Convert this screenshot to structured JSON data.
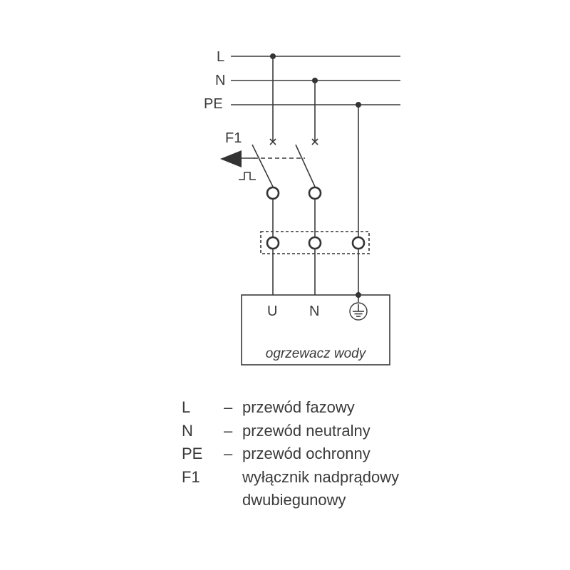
{
  "diagram": {
    "rails": [
      "L",
      "N",
      "PE"
    ],
    "breaker_label": "F1",
    "device": {
      "terminals": [
        "U",
        "N"
      ],
      "ground_symbol": "ground-icon",
      "label": "ogrzewacz wody"
    }
  },
  "legend": [
    {
      "key": "L",
      "dash": "–",
      "desc": "przewód fazowy"
    },
    {
      "key": "N",
      "dash": "–",
      "desc": "przewód neutralny"
    },
    {
      "key": "PE",
      "dash": "–",
      "desc": "przewód ochronny"
    },
    {
      "key": "F1",
      "dash": "",
      "desc": "wyłącznik nadprądowy"
    },
    {
      "key": "",
      "dash": "",
      "desc": "dwubiegunowy"
    }
  ]
}
